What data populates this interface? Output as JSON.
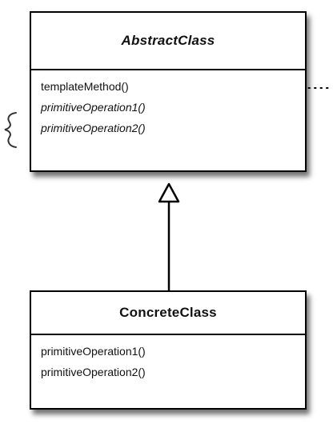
{
  "abstract_class": {
    "name": "AbstractClass",
    "methods": [
      {
        "label": "templateMethod()",
        "italic": false
      },
      {
        "label": "primitiveOperation1()",
        "italic": true
      },
      {
        "label": "primitiveOperation2()",
        "italic": true
      }
    ]
  },
  "concrete_class": {
    "name": "ConcreteClass",
    "methods": [
      {
        "label": "primitiveOperation1()",
        "italic": false
      },
      {
        "label": "primitiveOperation2()",
        "italic": false
      }
    ]
  },
  "relationship": {
    "type": "inheritance"
  },
  "colors": {
    "line": "#000000",
    "shadow": "#555555",
    "annotation": "#333333"
  }
}
